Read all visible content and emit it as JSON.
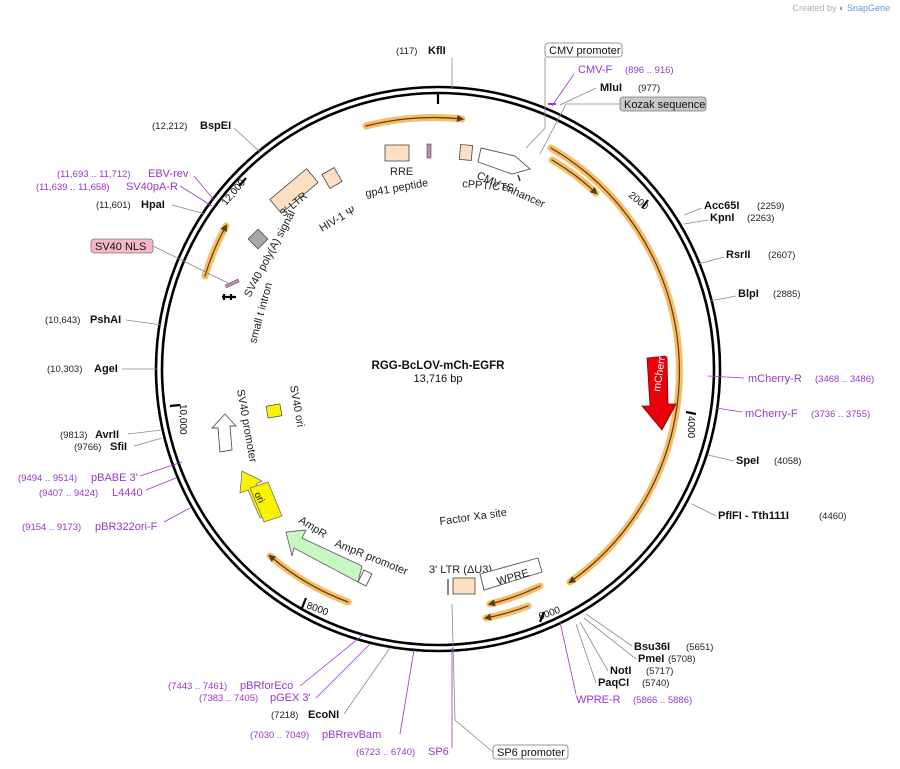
{
  "credit": {
    "prefix": "Created by",
    "brand": "SnapGene"
  },
  "plasmid": {
    "name": "RGG-BcLOV-mCh-EGFR",
    "size_label": "13,716 bp"
  },
  "ticks": [
    "2000",
    "4000",
    "6000",
    "8000",
    "10,000",
    "12,000"
  ],
  "sites": [
    {
      "name": "KflI",
      "pos": "(117)"
    },
    {
      "name": "MluI",
      "pos": "(977)"
    },
    {
      "name": "Acc65I",
      "pos": "(2259)"
    },
    {
      "name": "KpnI",
      "pos": "(2263)"
    },
    {
      "name": "RsrII",
      "pos": "(2607)"
    },
    {
      "name": "BlpI",
      "pos": "(2885)"
    },
    {
      "name": "SpeI",
      "pos": "(4058)"
    },
    {
      "name": "PflFI - Tth111I",
      "pos": "(4460)"
    },
    {
      "name": "Bsu36I",
      "pos": "(5651)"
    },
    {
      "name": "PmeI",
      "pos": "(5708)"
    },
    {
      "name": "NotI",
      "pos": "(5717)"
    },
    {
      "name": "PaqCI",
      "pos": "(5740)"
    },
    {
      "name": "EcoNI",
      "pos": "(7218)"
    },
    {
      "name": "SfiI",
      "pos": "(9766)"
    },
    {
      "name": "AvrII",
      "pos": "(9813)"
    },
    {
      "name": "AgeI",
      "pos": "(10,303)"
    },
    {
      "name": "PshAI",
      "pos": "(10,643)"
    },
    {
      "name": "HpaI",
      "pos": "(11,601)"
    },
    {
      "name": "BspEI",
      "pos": "(12,212)"
    }
  ],
  "primers": [
    {
      "name": "CMV-F",
      "pos": "(896 .. 916)"
    },
    {
      "name": "mCherry-R",
      "pos": "(3468 .. 3486)"
    },
    {
      "name": "mCherry-F",
      "pos": "(3736 .. 3755)"
    },
    {
      "name": "WPRE-R",
      "pos": "(5866 .. 5886)"
    },
    {
      "name": "SP6",
      "pos": "(6723 .. 6740)"
    },
    {
      "name": "pBRrevBam",
      "pos": "(7030 .. 7049)"
    },
    {
      "name": "pGEX 3'",
      "pos": "(7383 .. 7405)"
    },
    {
      "name": "pBRforEco",
      "pos": "(7443 .. 7461)"
    },
    {
      "name": "pBR322ori-F",
      "pos": "(9154 .. 9173)"
    },
    {
      "name": "L4440",
      "pos": "(9407 .. 9424)"
    },
    {
      "name": "pBABE 3'",
      "pos": "(9494 .. 9514)"
    },
    {
      "name": "SV40pA-R",
      "pos": "(11,639 .. 11,658)"
    },
    {
      "name": "EBV-rev",
      "pos": "(11,693 .. 11,712)"
    }
  ],
  "boxed": {
    "cmv_promoter": "CMV promoter",
    "kozak": "Kozak sequence",
    "sv40_nls": "SV40 NLS",
    "sp6_promoter": "SP6 promoter"
  },
  "features": {
    "rre": "RRE",
    "gp41": "gp41 peptide",
    "hiv": "HIV-1 Ψ",
    "ltr5": "3' LTR",
    "cmv_enh": "CMV enhancer",
    "cppt": "cPPT/CTS",
    "sv40_polya": "SV40 poly(A) signal",
    "small_t": "small t intron",
    "sv40_ori": "SV40 ori",
    "sv40_prom": "SV40 promoter",
    "ori": "ori",
    "ampr": "AmpR",
    "ampr_prom": "AmpR promoter",
    "factor_xa": "Factor Xa site",
    "ltr3": "3' LTR (ΔU3)",
    "wpre": "WPRE",
    "mcherry": "mCherry"
  },
  "colors": {
    "orf": "#f6b04a",
    "mcherry": "#e8000b",
    "ltr": "#fde0c3",
    "ori": "#f9f200",
    "ampr": "#c9f7c3",
    "primer": "#9a36c9",
    "grey": "#a4a7ab",
    "nls": "#f5b8c9"
  }
}
